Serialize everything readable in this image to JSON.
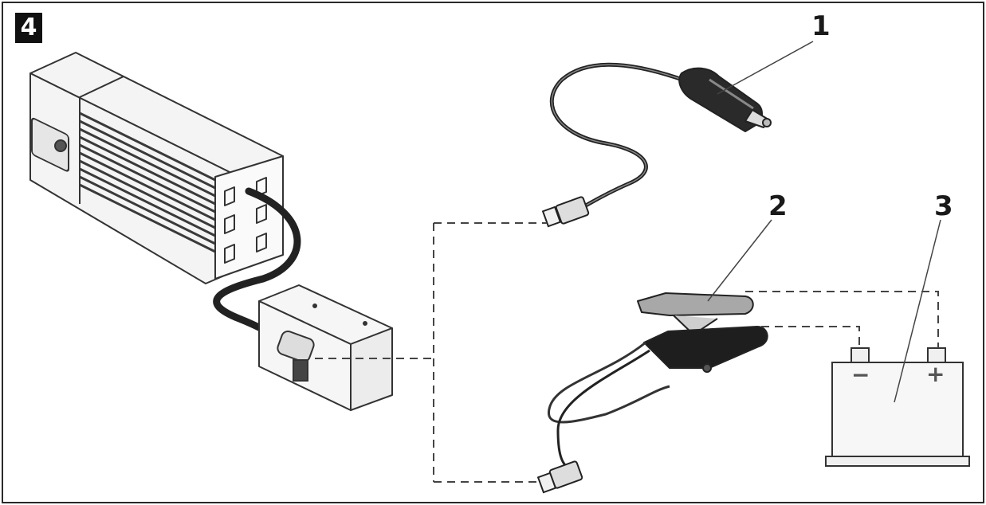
{
  "figure": {
    "number": "4"
  },
  "callouts": {
    "cigarette_plug": "1",
    "battery_clamps": "2",
    "battery": "3"
  },
  "battery": {
    "negative_sign": "−",
    "positive_sign": "+"
  },
  "colors": {
    "outline": "#333333",
    "dashed_connection": "#444444",
    "red_clamp": "#a8a8a8",
    "black_clamp": "#1e1e1e",
    "charger_body": "#f4f4f4",
    "charger_ribs": "#3a3a3a"
  },
  "icons": {
    "charger": "battery-charger-icon",
    "cigarette_plug": "cigarette-lighter-plug-icon",
    "clamps": "alligator-clamp-icon",
    "battery": "car-battery-icon"
  }
}
